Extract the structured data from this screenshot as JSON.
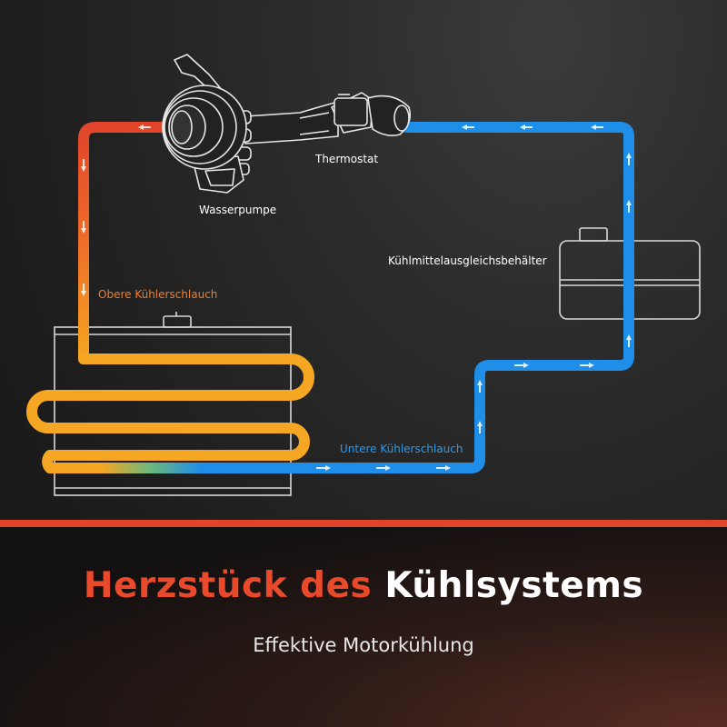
{
  "labels": {
    "pump": "Wasserpumpe",
    "thermostat": "Thermostat",
    "tank": "Kühlmittelausgleichsbehälter",
    "upper_hose": "Obere Kühlerschlauch",
    "lower_hose": "Untere Kühlerschlauch"
  },
  "headline": {
    "part1": "Herzstück des",
    "part2": "Kühlsystems"
  },
  "subheadline": "Effektive Motorkühlung",
  "colors": {
    "hot": "#e0442a",
    "warm": "#f5a623",
    "cold": "#1f8ee8",
    "accent_bar": "#e0442a",
    "background": "#1c1c1c"
  }
}
